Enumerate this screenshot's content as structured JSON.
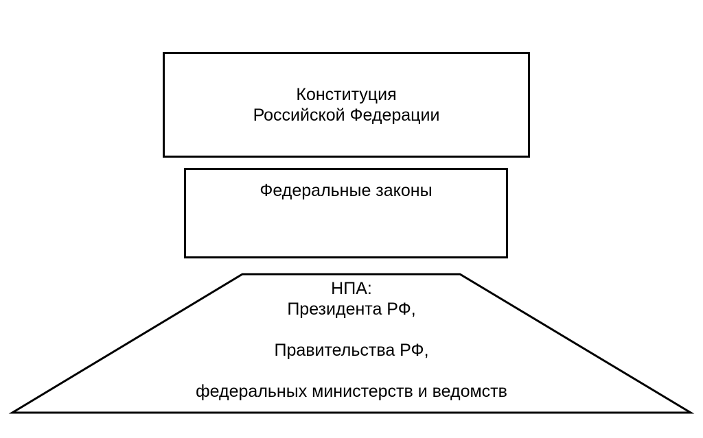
{
  "diagram": {
    "background_color": "#ffffff",
    "stroke_color": "#000000",
    "text_color": "#000000",
    "levels": [
      {
        "id": "constitution",
        "shape": "rectangle",
        "lines": [
          "Конституция",
          "Российской Федерации"
        ]
      },
      {
        "id": "federal-laws",
        "shape": "rectangle",
        "lines": [
          "Федеральные законы"
        ]
      },
      {
        "id": "npa",
        "shape": "trapezoid",
        "lines": [
          "НПА:",
          "Президента РФ,",
          "Правительства РФ,",
          "федеральных министерств и ведомств"
        ]
      }
    ]
  }
}
